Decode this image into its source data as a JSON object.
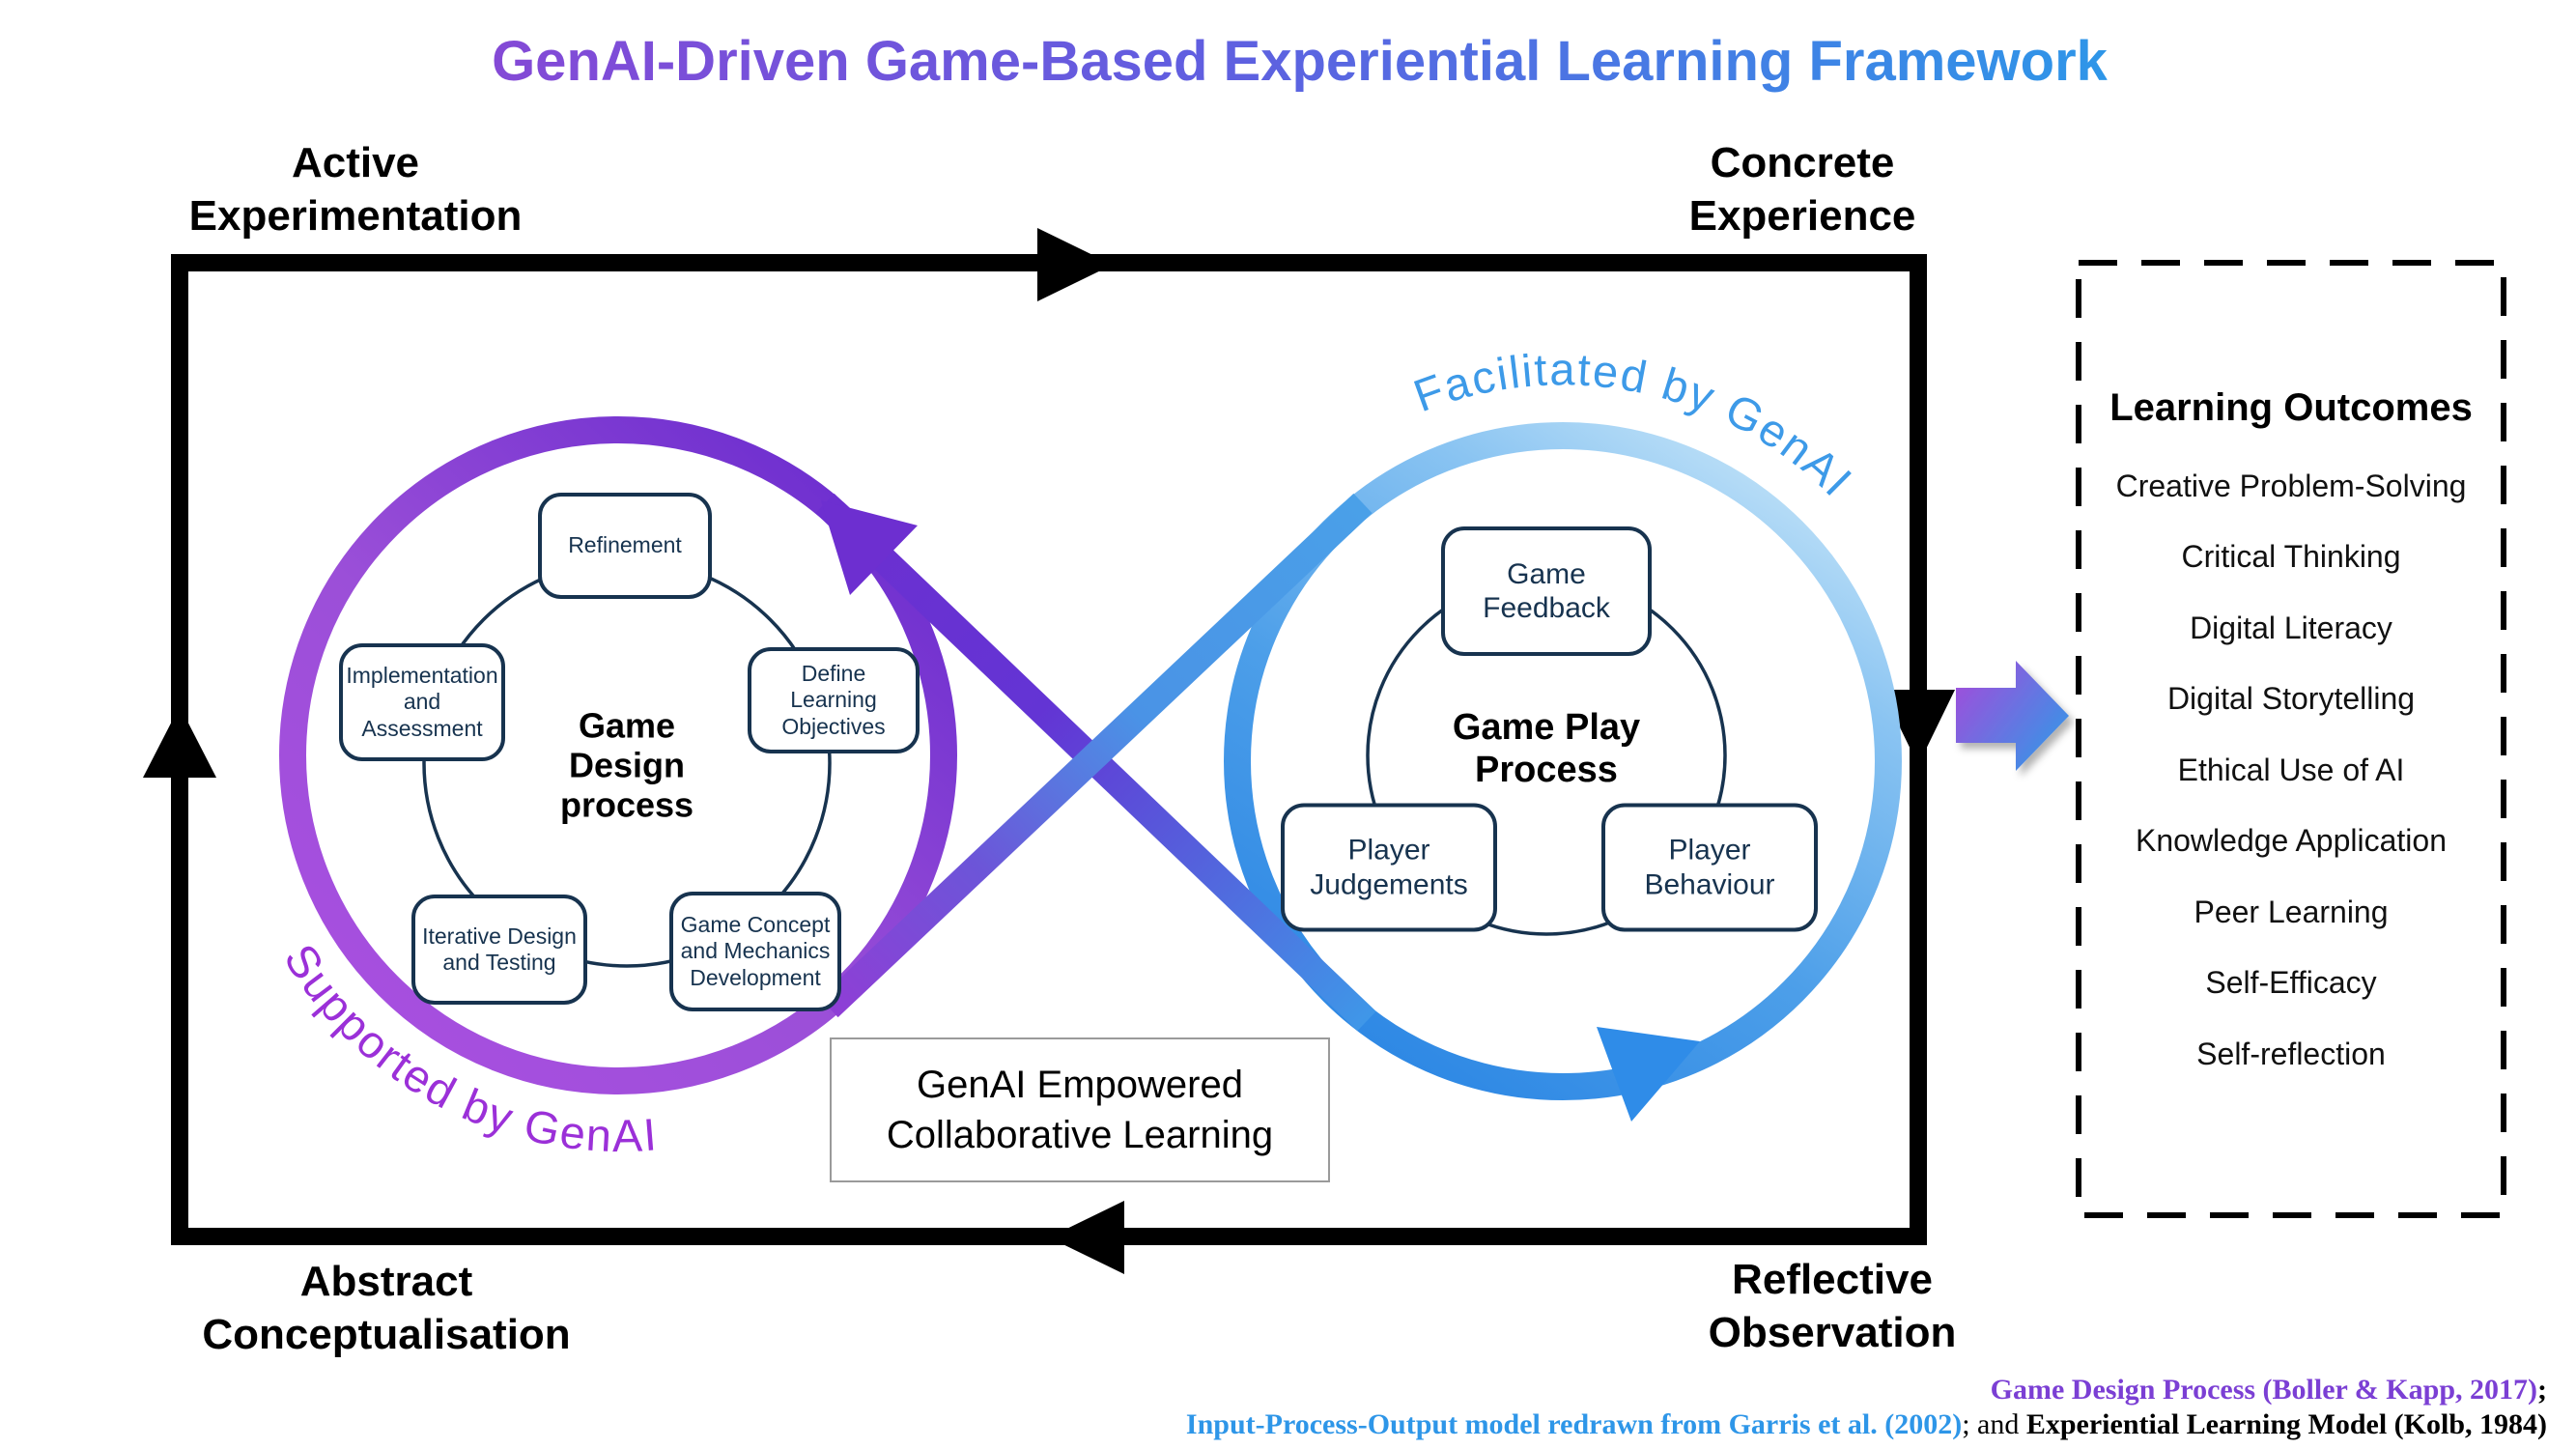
{
  "title": {
    "text": "GenAI-Driven Game-Based Experiential Learning Framework",
    "gradient_from": "#8449d6",
    "gradient_to": "#2e96e8"
  },
  "corners": {
    "top_left": {
      "line1": "Active",
      "line2": "Experimentation"
    },
    "top_right": {
      "line1": "Concrete",
      "line2": "Experience"
    },
    "bottom_left": {
      "line1": "Abstract",
      "line2": "Conceptualisation"
    },
    "bottom_right": {
      "line1": "Reflective",
      "line2": "Observation"
    }
  },
  "design_loop": {
    "center_label": {
      "line1": "Game",
      "line2": "Design",
      "line3": "process"
    },
    "boxes": {
      "refinement": "Refinement",
      "implementation": "Implementation and Assessment",
      "define": "Define Learning Objectives",
      "iterative": "Iterative Design and Testing",
      "concept": "Game Concept and Mechanics Development"
    },
    "annotation": "Supported by GenAI",
    "annotation_color": "#9b30d8",
    "ring_colors": [
      "#6e2fcf",
      "#9b4fd8",
      "#a84fe0"
    ]
  },
  "play_loop": {
    "center_label": {
      "line1": "Game Play",
      "line2": "Process"
    },
    "boxes": {
      "feedback": "Game Feedback",
      "judgements": "Player Judgements",
      "behaviour": "Player Behaviour"
    },
    "annotation": "Facilitated by GenAI",
    "annotation_color": "#3d9ae8",
    "ring_colors": [
      "#2b86e4",
      "#4d9fe9",
      "#c8e6f8"
    ]
  },
  "center_box": {
    "line1": "GenAI Empowered",
    "line2": "Collaborative Learning"
  },
  "outcomes": {
    "title": "Learning Outcomes",
    "items": [
      "Creative Problem-Solving",
      "Critical Thinking",
      "Digital Literacy",
      "Digital Storytelling",
      "Ethical Use of AI",
      "Knowledge Application",
      "Peer Learning",
      "Self-Efficacy",
      "Self-reflection"
    ]
  },
  "citations": {
    "line1": [
      {
        "text": "Game Design Process (Boller & Kapp, 2017)",
        "color": "#7b3fd4"
      },
      {
        "text": ";",
        "color": "#000000"
      }
    ],
    "line2": [
      {
        "text": "Input-Process-Output model redrawn from Garris et al. (2002)",
        "color": "#2e96e8"
      },
      {
        "text": "; and ",
        "color": "#000000"
      },
      {
        "text": "Experiential Learning Model (Kolb, 1984)",
        "color": "#000000"
      }
    ]
  }
}
